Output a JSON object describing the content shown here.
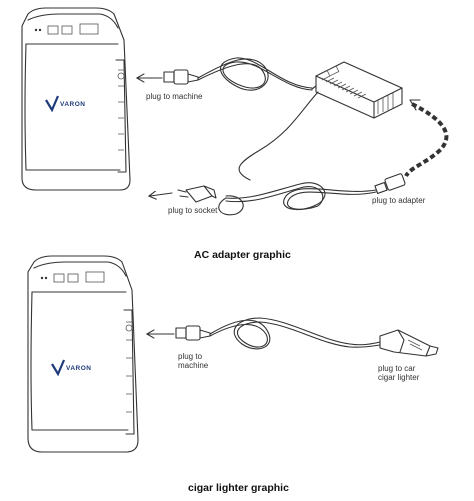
{
  "brand": {
    "name": "VARON",
    "logo_color": "#1e3a7a"
  },
  "top_diagram": {
    "caption": "AC adapter graphic",
    "labels": {
      "plug_to_machine": "plug to machine",
      "plug_to_socket": "plug to socket",
      "plug_to_adapter": "plug to adapter"
    }
  },
  "bottom_diagram": {
    "caption": "cigar lighter graphic",
    "labels": {
      "plug_to_machine": "plug to\nmachine",
      "plug_to_car": "plug to car\ncigar lighter"
    }
  },
  "icons": [
    "oxygen-concentrator-icon",
    "ac-adapter-icon",
    "socket-plug-icon",
    "dc-plug-icon",
    "cigar-lighter-plug-icon",
    "arrow-icon"
  ]
}
